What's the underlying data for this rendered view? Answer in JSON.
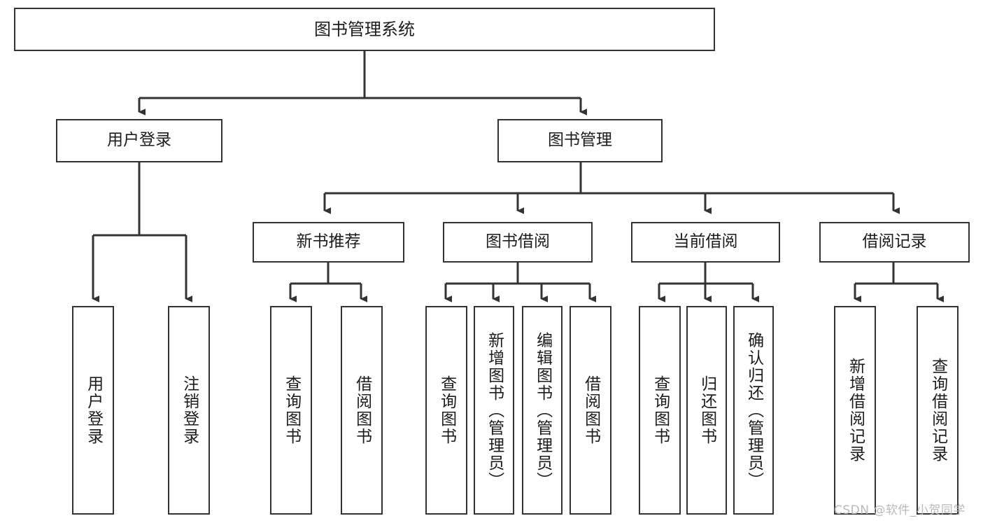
{
  "diagram": {
    "title": "图书管理系统",
    "type": "tree-hierarchy",
    "line_color": "#333333",
    "box_fill": "#ffffff",
    "text_color": "#1c1c1c",
    "watermark": "CSDN @软件_小贺同学"
  },
  "nodes": {
    "root": {
      "label": "图书管理系统"
    },
    "level2": [
      {
        "label": "用户登录"
      },
      {
        "label": "图书管理"
      }
    ],
    "level3": [
      {
        "label": "新书推荐"
      },
      {
        "label": "图书借阅"
      },
      {
        "label": "当前借阅"
      },
      {
        "label": "借阅记录"
      }
    ],
    "leaves": {
      "user_login": [
        {
          "label": "用户登录"
        },
        {
          "label": "注销登录"
        }
      ],
      "new_book_recommend": [
        {
          "label": "查询图书"
        },
        {
          "label": "借阅图书"
        }
      ],
      "book_borrow": [
        {
          "label": "查询图书"
        },
        {
          "label": "新增图书（管理员）"
        },
        {
          "label": "编辑图书（管理员）"
        },
        {
          "label": "借阅图书"
        }
      ],
      "current_borrow": [
        {
          "label": "查询图书"
        },
        {
          "label": "归还图书"
        },
        {
          "label": "确认归还（管理员）"
        }
      ],
      "borrow_record": [
        {
          "label": "新增借阅记录"
        },
        {
          "label": "查询借阅记录"
        }
      ]
    }
  }
}
